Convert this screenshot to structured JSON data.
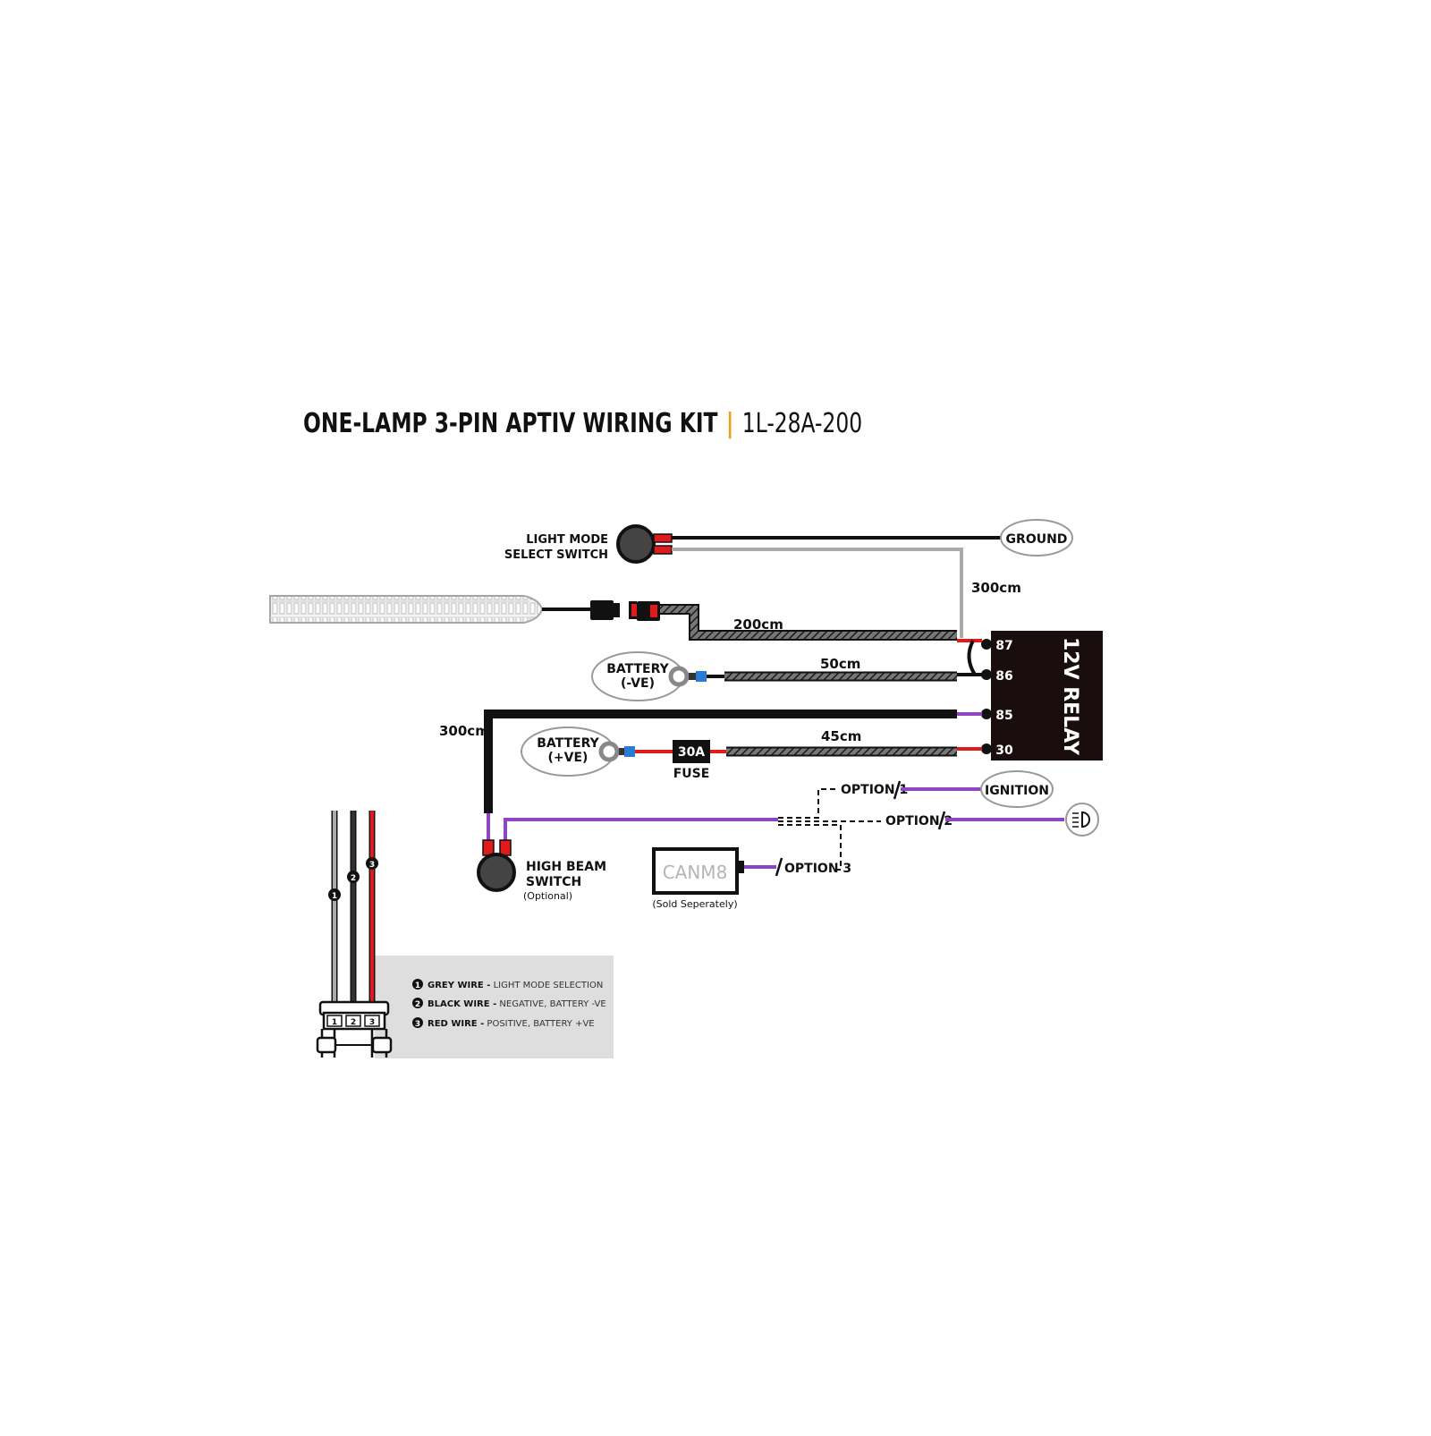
{
  "title": {
    "main": "ONE-LAMP 3-PIN APTIV WIRING KIT",
    "separator": "|",
    "code": "1L-28A-200"
  },
  "colors": {
    "accent": "#e8a317",
    "wire_black": "#111111",
    "wire_red": "#e01b1b",
    "wire_grey": "#aaaaaa",
    "wire_purple": "#8e44c4",
    "relay": "#1a0d0d",
    "legend_bg": "#dedede"
  },
  "components": {
    "light_mode_switch": [
      "LIGHT MODE",
      "SELECT SWITCH"
    ],
    "ground": "GROUND",
    "battery_neg": [
      "BATTERY",
      "(-VE)"
    ],
    "battery_pos": [
      "BATTERY",
      "(+VE)"
    ],
    "fuse_value": "30A",
    "fuse_label": "FUSE",
    "relay": "12V RELAY",
    "relay_pins": [
      "87",
      "86",
      "85",
      "30"
    ],
    "ignition": "IGNITION",
    "high_beam_switch": [
      "HIGH BEAM",
      "SWITCH",
      "(Optional)"
    ],
    "canm8": "CANM8",
    "canm8_note": "(Sold Seperately)",
    "headlight_icon": "high-beam-icon"
  },
  "lengths": {
    "grey_wire": "300cm",
    "lamp_harness": "200cm",
    "battery_neg": "50cm",
    "battery_pos": "45cm",
    "switch_harness": "300cm"
  },
  "options": [
    "OPTION 1",
    "OPTION 2",
    "OPTION 3"
  ],
  "pins": [
    "1",
    "2",
    "3"
  ],
  "legend": [
    {
      "num": "1",
      "bold": "GREY WIRE -",
      "text": "LIGHT MODE SELECTION"
    },
    {
      "num": "2",
      "bold": "BLACK WIRE -",
      "text": "NEGATIVE, BATTERY -VE"
    },
    {
      "num": "3",
      "bold": "RED WIRE -",
      "text": "POSITIVE, BATTERY +VE"
    }
  ]
}
